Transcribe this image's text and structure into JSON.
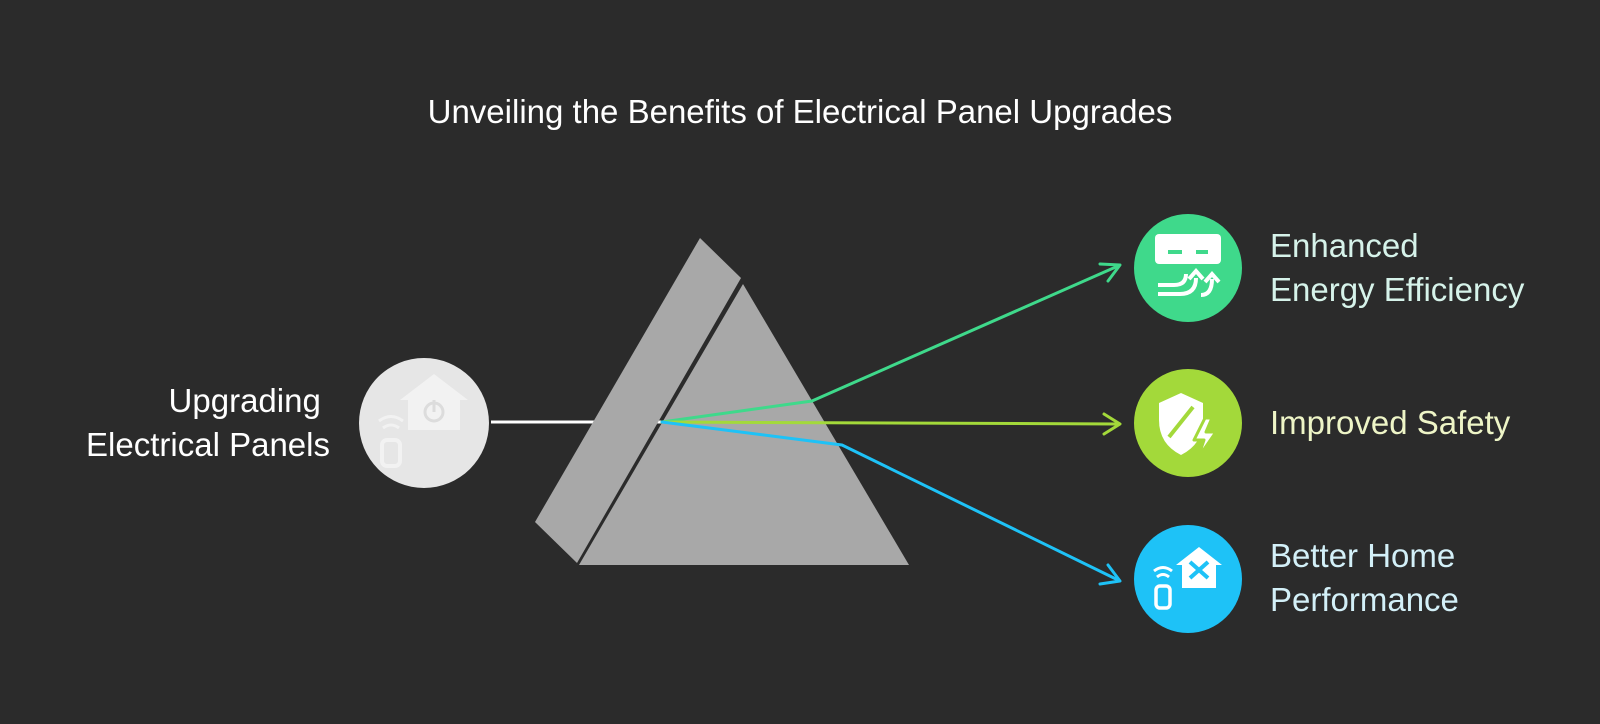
{
  "title": "Unveiling the Benefits of Electrical Panel Upgrades",
  "source": {
    "line1": "Upgrading",
    "line2": "Electrical Panels",
    "icon": "smart-home-remote-icon",
    "color": "#e6e6e6"
  },
  "prism": {
    "color": "#a8a8a8"
  },
  "benefits": [
    {
      "line1": "Enhanced",
      "line2": "Energy Efficiency",
      "icon": "air-conditioner-airflow-icon",
      "color": "#3fd98b",
      "text_color": "#d6f3ea"
    },
    {
      "line1": "Improved Safety",
      "line2": "",
      "icon": "shield-lightning-icon",
      "color": "#a3d93a",
      "text_color": "#eef5c7"
    },
    {
      "line1": "Better Home",
      "line2": "Performance",
      "icon": "smart-home-remote-tools-icon",
      "color": "#1ec2f7",
      "text_color": "#d3f0f8"
    }
  ]
}
